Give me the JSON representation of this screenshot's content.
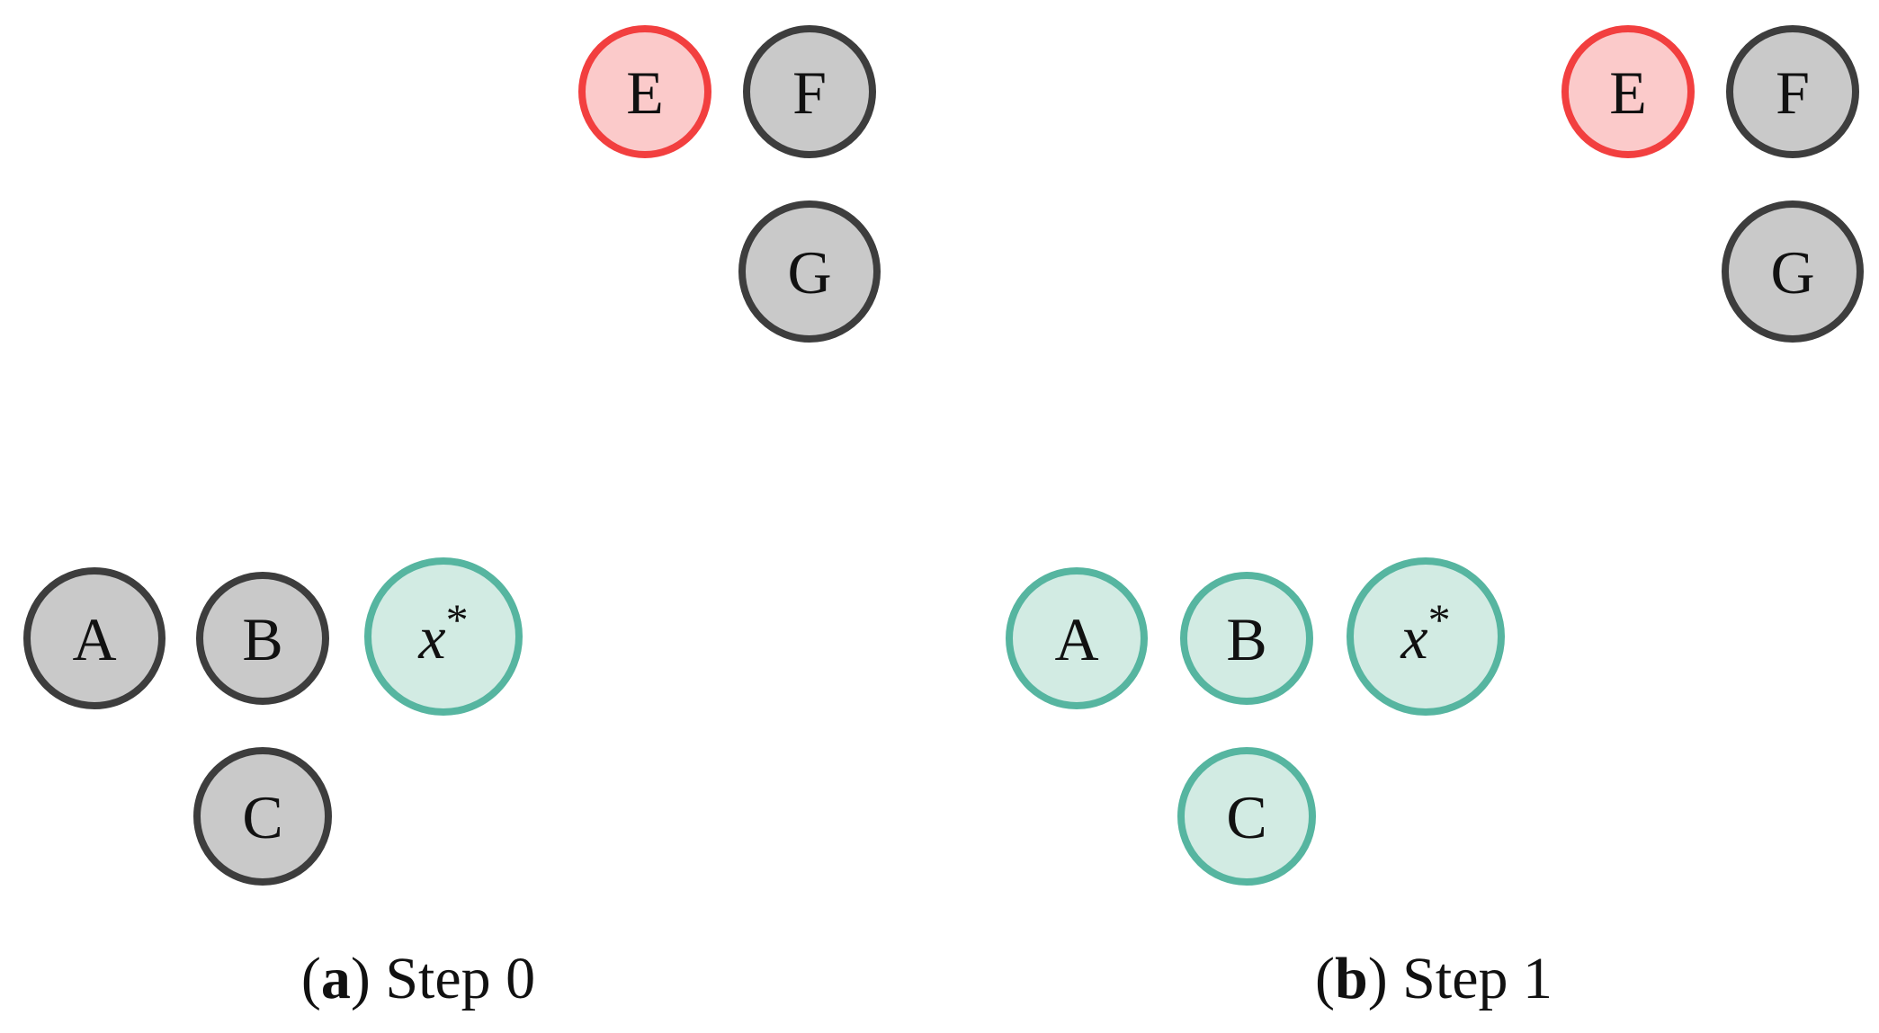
{
  "colors": {
    "gray_fill": "#c9c9c9",
    "gray_stroke": "#3d3d3d",
    "red_fill": "#fbcaca",
    "red_stroke": "#f23f3f",
    "teal_fill": "#d2ebe3",
    "teal_stroke": "#56b5a0"
  },
  "panels": [
    {
      "caption": {
        "open": "(",
        "letter": "a",
        "close": ")",
        "text": " Step 0"
      },
      "nodes": [
        {
          "label": "E",
          "state": "red"
        },
        {
          "label": "F",
          "state": "gray"
        },
        {
          "label": "G",
          "state": "gray"
        },
        {
          "label": "A",
          "state": "gray"
        },
        {
          "label": "B",
          "state": "gray"
        },
        {
          "label": "x*",
          "state": "teal"
        },
        {
          "label": "C",
          "state": "gray"
        }
      ]
    },
    {
      "caption": {
        "open": "(",
        "letter": "b",
        "close": ")",
        "text": " Step 1"
      },
      "nodes": [
        {
          "label": "E",
          "state": "red"
        },
        {
          "label": "F",
          "state": "gray"
        },
        {
          "label": "G",
          "state": "gray"
        },
        {
          "label": "A",
          "state": "teal"
        },
        {
          "label": "B",
          "state": "teal"
        },
        {
          "label": "x*",
          "state": "teal"
        },
        {
          "label": "C",
          "state": "teal"
        }
      ]
    }
  ]
}
